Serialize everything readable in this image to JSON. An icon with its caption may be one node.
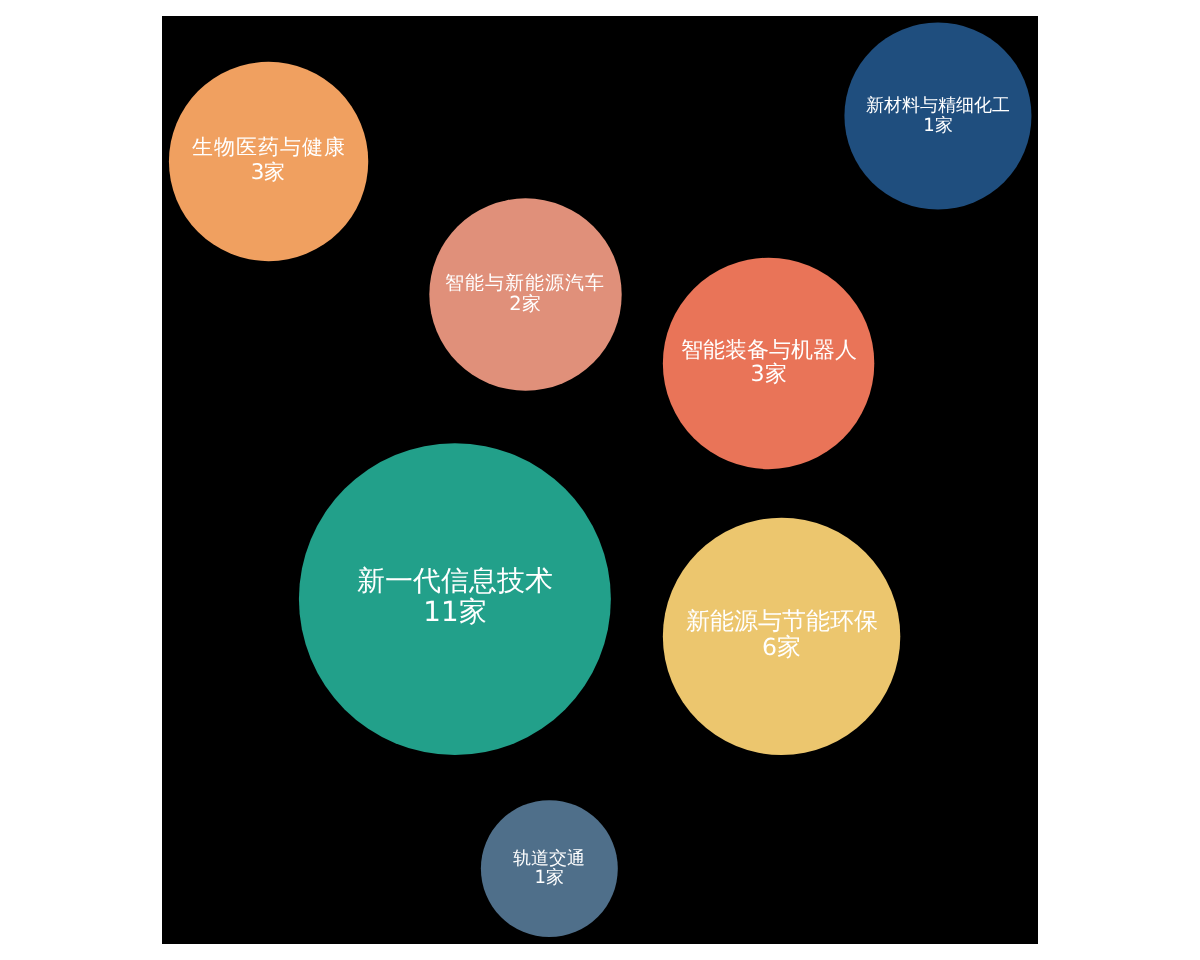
{
  "diagram": {
    "nodes": [
      {
        "text": [
          "智能与新能源汽车",
          "2家"
        ]
      },
      {
        "text": [
          "生物医药与健康",
          "3家"
        ]
      },
      {
        "text": [
          "新能源与节能环保",
          "6家"
        ]
      },
      {
        "text": [
          "新一代信息技术",
          "11家"
        ]
      },
      {
        "text": [
          "轨道交通",
          "1家"
        ]
      },
      {
        "text": [
          "新材料与精细化工",
          "1家"
        ]
      },
      {
        "text": [
          "智能装备与机器人",
          "3家"
        ]
      }
    ]
  }
}
